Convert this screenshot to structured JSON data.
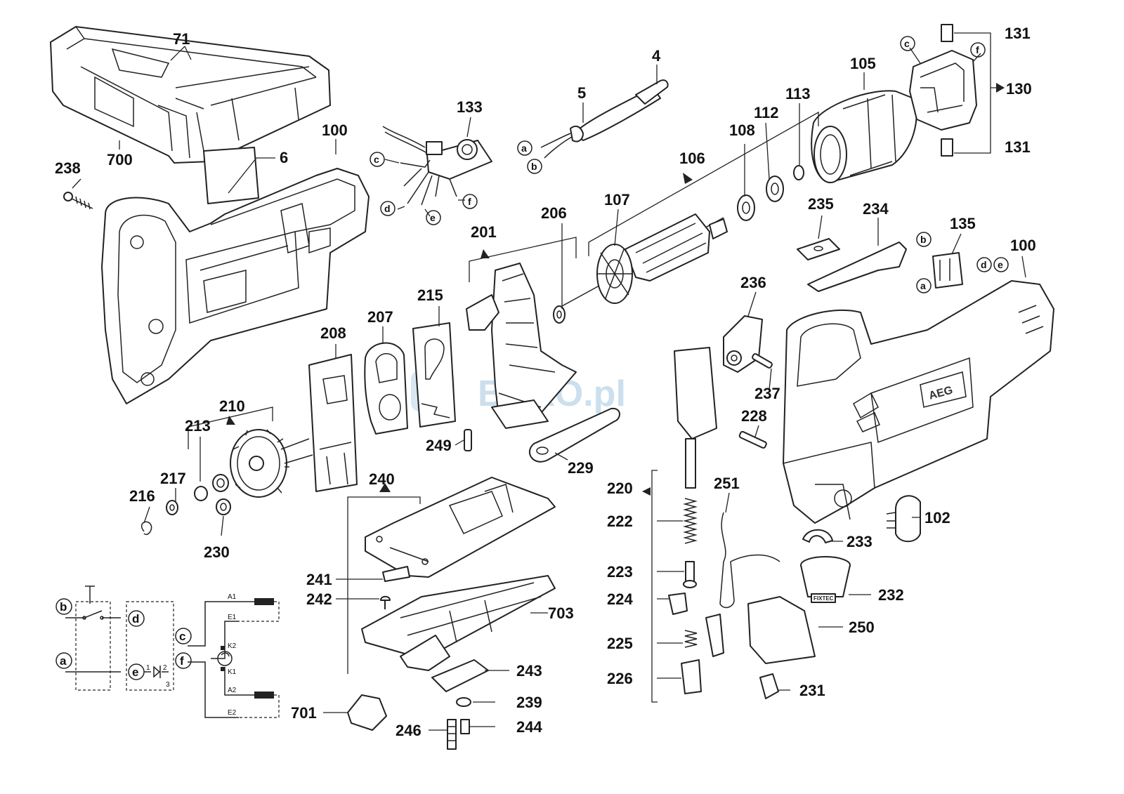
{
  "part_labels": {
    "p71": "71",
    "p700": "700",
    "p238": "238",
    "p100a": "100",
    "p6": "6",
    "p133": "133",
    "p5": "5",
    "p4": "4",
    "p105": "105",
    "p131a": "131",
    "p130": "130",
    "p131b": "131",
    "p113": "113",
    "p112": "112",
    "p108": "108",
    "p106": "106",
    "p107": "107",
    "p206": "206",
    "p201": "201",
    "p215": "215",
    "p207": "207",
    "p208": "208",
    "p235": "235",
    "p234": "234",
    "p135": "135",
    "p100b": "100",
    "p236": "236",
    "p237": "237",
    "p228": "228",
    "p210": "210",
    "p213": "213",
    "p217": "217",
    "p216": "216",
    "p230": "230",
    "p249": "249",
    "p229": "229",
    "p240": "240",
    "p220": "220",
    "p222": "222",
    "p223": "223",
    "p224": "224",
    "p225": "225",
    "p226": "226",
    "p251": "251",
    "p102": "102",
    "p233": "233",
    "p232": "232",
    "p250": "250",
    "p231": "231",
    "p241": "241",
    "p242": "242",
    "p703": "703",
    "p243": "243",
    "p239": "239",
    "p244": "244",
    "p246": "246",
    "p701": "701"
  },
  "connector_letters": {
    "c133": "c",
    "d133": "d",
    "e133": "e",
    "f133": "f",
    "a5": "a",
    "b5": "b",
    "c130": "c",
    "f130": "f",
    "b135": "b",
    "a135": "a",
    "d135": "d",
    "e135": "e",
    "bw": "b",
    "aw": "a",
    "dw": "d",
    "ew": "e",
    "cw": "c",
    "fw": "f"
  },
  "wiring_labels": {
    "a1": "A1",
    "e1": "E1",
    "k2": "K2",
    "k1": "K1",
    "a2": "A2",
    "e2": "E2",
    "t1": "1",
    "t2": "2",
    "t3": "3"
  },
  "brand_text": "AEG",
  "fixtec_text": "FIXTEC",
  "watermark_text": "BAXO.pl"
}
